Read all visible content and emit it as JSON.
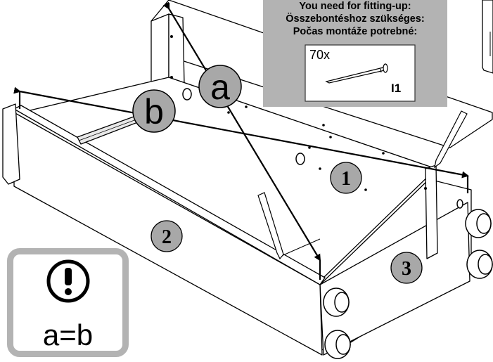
{
  "parts_box": {
    "title_lines": [
      "You need for fitting-up:",
      "Összebontéshoz szükséges:",
      "Počas montáže potrebné:"
    ],
    "quantity": "70x",
    "part_code": "I1"
  },
  "callouts": {
    "diagonal_a": "a",
    "diagonal_b": "b"
  },
  "panels": [
    "1",
    "2",
    "3"
  ],
  "note": {
    "icon": "exclamation-circle-icon",
    "equation": "a=b"
  },
  "colors": {
    "callout_fill": "#a8a8a8",
    "box_gray": "#b3b3b3",
    "line": "#000000"
  }
}
